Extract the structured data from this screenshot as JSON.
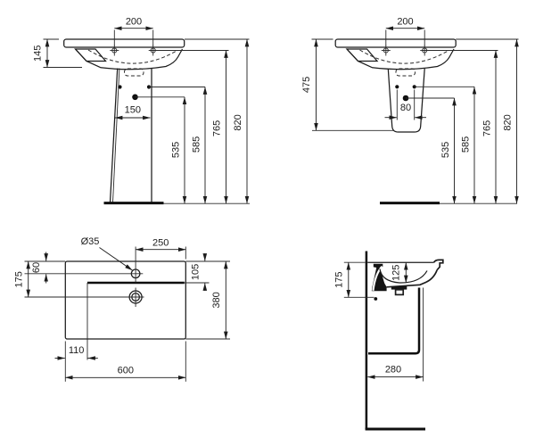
{
  "colors": {
    "line": "#1c1c1c",
    "background": "#ffffff"
  },
  "views": {
    "front_full": {
      "dims": {
        "d200": "200",
        "d145": "145",
        "d150": "150",
        "d535": "535",
        "d585": "585",
        "d765": "765",
        "d820": "820"
      }
    },
    "front_half": {
      "dims": {
        "d200": "200",
        "d475": "475",
        "d80": "80",
        "d535": "535",
        "d585": "585",
        "d765": "765",
        "d820": "820"
      }
    },
    "plan": {
      "dims": {
        "dia35": "Ø35",
        "d250": "250",
        "d60": "60",
        "d175": "175",
        "d105": "105",
        "d380": "380",
        "d110": "110",
        "d600": "600"
      }
    },
    "side": {
      "dims": {
        "d175": "175",
        "d125": "125",
        "d280": "280"
      }
    }
  }
}
